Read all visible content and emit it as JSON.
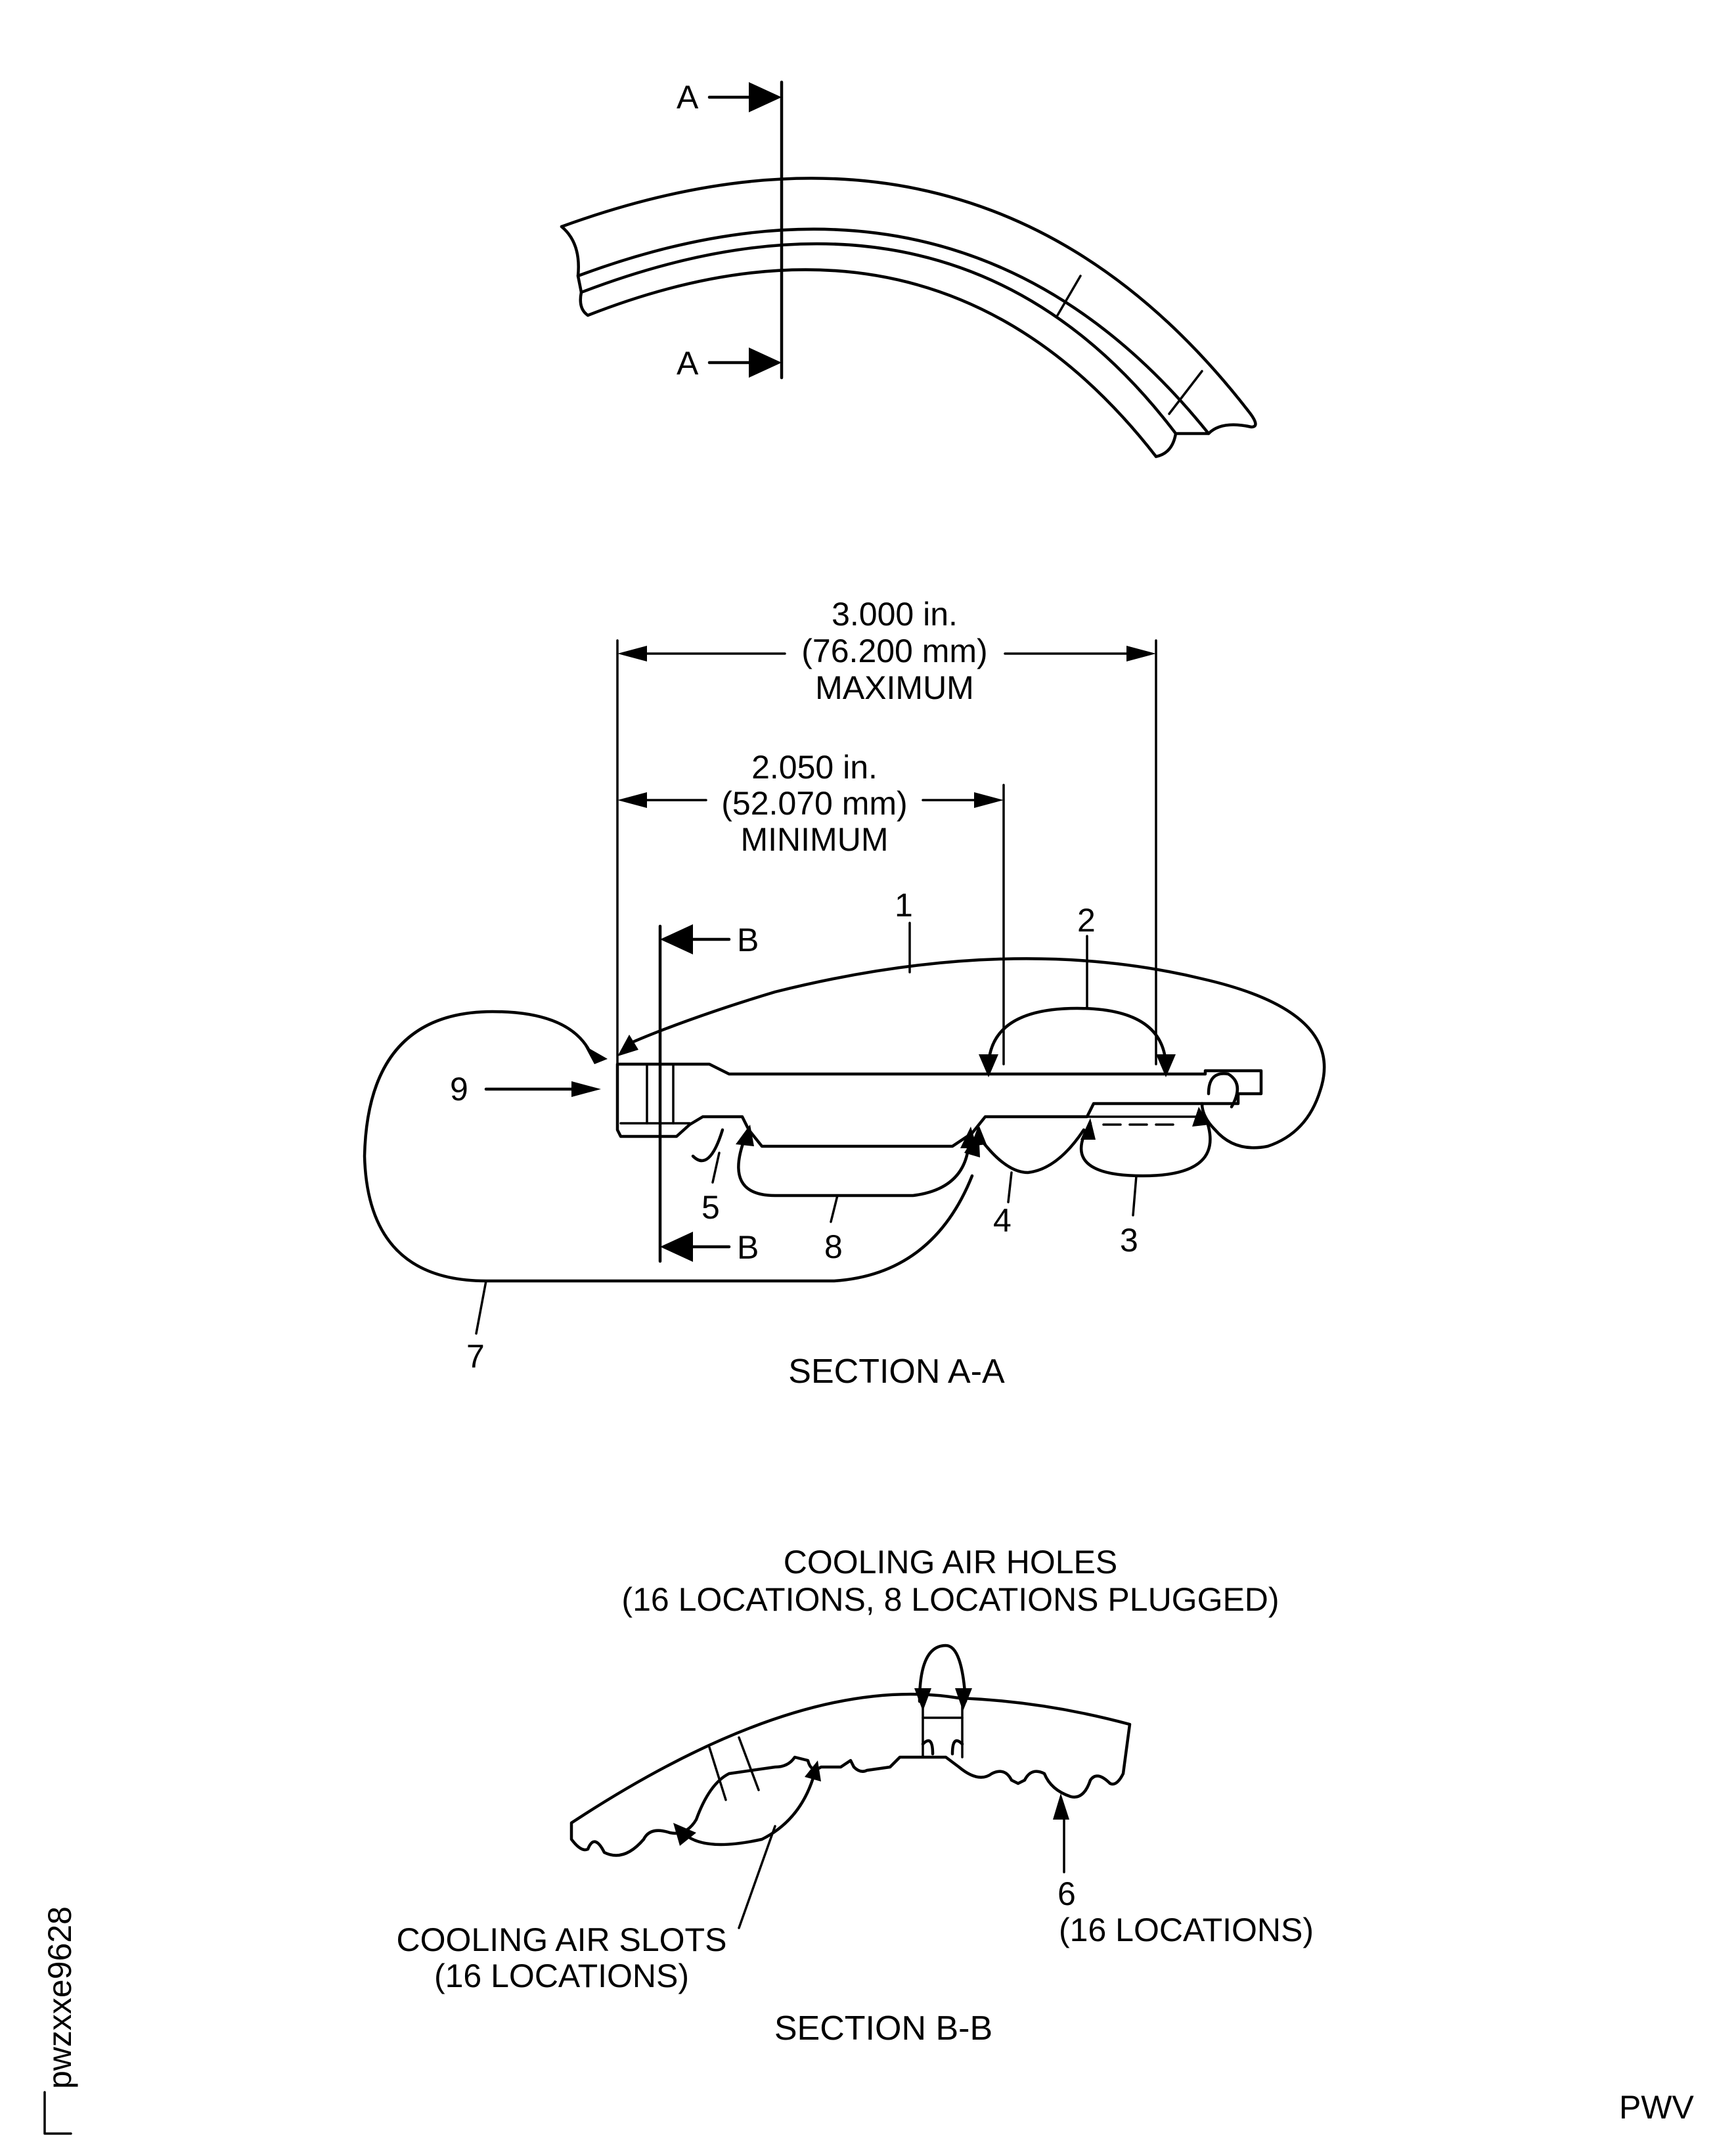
{
  "top_view": {
    "section_a_label_top": "A",
    "section_a_label_bottom": "A"
  },
  "section_aa": {
    "dim_max": {
      "inches": "3.000 in.",
      "mm": "(76.200 mm)",
      "qualifier": "MAXIMUM"
    },
    "dim_min": {
      "inches": "2.050 in.",
      "mm": "(52.070 mm)",
      "qualifier": "MINIMUM"
    },
    "section_b_label_top": "B",
    "section_b_label_bottom": "B",
    "callouts": [
      "1",
      "2",
      "3",
      "4",
      "5",
      "7",
      "8",
      "9"
    ],
    "title": "SECTION A-A"
  },
  "section_bb": {
    "holes_label_line1": "COOLING AIR HOLES",
    "holes_label_line2": "(16 LOCATIONS, 8 LOCATIONS PLUGGED)",
    "slots_label_line1": "COOLING AIR SLOTS",
    "slots_label_line2": "(16 LOCATIONS)",
    "callout_6_number": "6",
    "callout_6_note": "(16 LOCATIONS)",
    "title": "SECTION B-B"
  },
  "figure_id": "pwzxxe9628",
  "corner_mark": "PWV"
}
